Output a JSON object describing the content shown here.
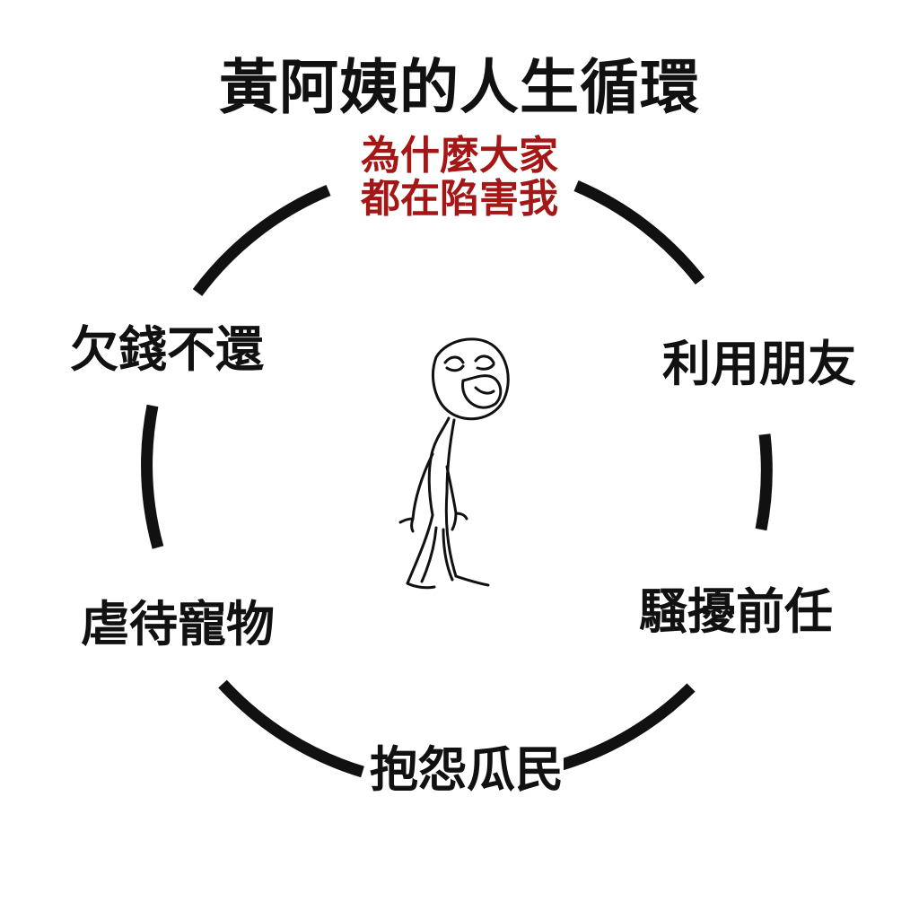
{
  "title": "黃阿姨的人生循環",
  "cycle": {
    "top": {
      "line1": "為什麼大家",
      "line2": "都在陷害我"
    },
    "right_upper": "利用朋友",
    "right_lower": "騷擾前任",
    "bottom": "抱怨瓜民",
    "left_lower": "虐待寵物",
    "left_upper": "欠錢不還"
  },
  "colors": {
    "ring": "#111111",
    "top_label": "#a51616",
    "text": "#111111"
  },
  "center_figure": "sad-stick-figure"
}
